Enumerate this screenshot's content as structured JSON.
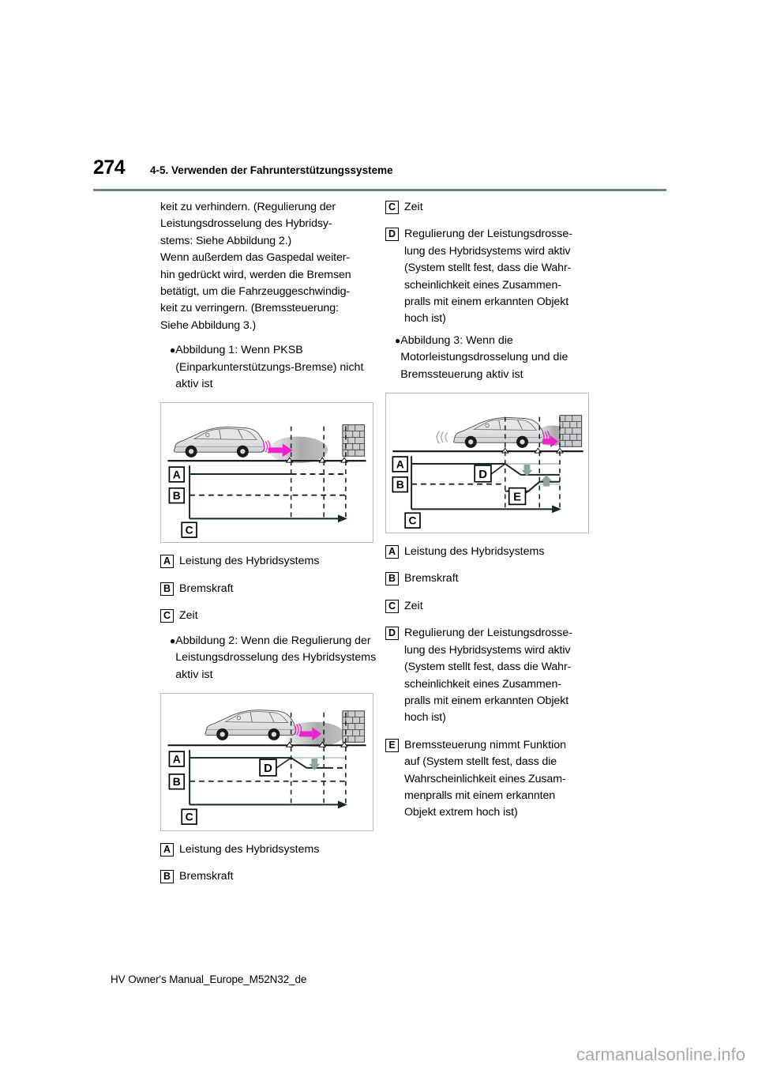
{
  "header": {
    "page_number": "274",
    "section_title": "4-5. Verwenden der Fahrunterstützungssysteme"
  },
  "left_column": {
    "paragraph": "keit zu verhindern. (Regulierung der Leistungsdrosselung des Hybridsystems: Siehe Abbildung 2.)\nWenn außerdem das Gaspedal weiterhin gedrückt wird, werden die Bremsen betätigt, um die Fahrzeuggeschwindigkeit zu verringern. (Bremssteuerung: Siehe Abbildung 3.)",
    "paragraph_lines": [
      "keit zu verhindern. (Regulierung der",
      "Leistungsdrosselung des Hybridsy-",
      "stems: Siehe Abbildung 2.)",
      "Wenn außerdem das Gaspedal weiter-",
      "hin gedrückt wird, werden die Bremsen",
      "betätigt, um die Fahrzeuggeschwindig-",
      "keit zu verringern. (Bremssteuerung:",
      "Siehe Abbildung 3.)"
    ],
    "bullet_1": "Abbildung 1: Wenn PKSB (Einparkunterstützungs-Bremse) nicht aktiv ist",
    "legend_fig1": [
      {
        "letter": "A",
        "text": "Leistung des Hybridsystems"
      },
      {
        "letter": "B",
        "text": "Bremskraft"
      },
      {
        "letter": "C",
        "text": "Zeit"
      }
    ],
    "bullet_2": "Abbildung 2: Wenn die Regulierung der Leistungsdrosselung des Hybridsystems aktiv ist",
    "legend_fig2": [
      {
        "letter": "A",
        "text": "Leistung des Hybridsystems"
      },
      {
        "letter": "B",
        "text": "Bremskraft"
      }
    ]
  },
  "right_column": {
    "legend_top": [
      {
        "letter": "C",
        "text": "Zeit",
        "continuation": []
      },
      {
        "letter": "D",
        "text": "Regulierung der Leistungsdrosse-",
        "continuation": [
          "lung des Hybridsystems wird aktiv",
          "(System stellt fest, dass die Wahr-",
          "scheinlichkeit eines Zusammen-",
          "pralls mit einem erkannten Objekt",
          "hoch ist)"
        ]
      }
    ],
    "bullet_3": "Abbildung 3: Wenn die Motorleistungsdrosselung und die Bremssteuerung aktiv ist",
    "legend_fig3": [
      {
        "letter": "A",
        "text": "Leistung des Hybridsystems",
        "continuation": []
      },
      {
        "letter": "B",
        "text": "Bremskraft",
        "continuation": []
      },
      {
        "letter": "C",
        "text": "Zeit",
        "continuation": []
      },
      {
        "letter": "D",
        "text": "Regulierung der Leistungsdrosse-",
        "continuation": [
          "lung des Hybridsystems wird aktiv",
          "(System stellt fest, dass die Wahr-",
          "scheinlichkeit eines Zusammen-",
          "pralls mit einem erkannten Objekt",
          "hoch ist)"
        ]
      },
      {
        "letter": "E",
        "text": "Bremssteuerung nimmt Funktion",
        "continuation": [
          "auf (System stellt fest, dass die",
          "Wahrscheinlichkeit eines Zusam-",
          "menpralls mit einem erkannten",
          "Objekt extrem hoch ist)"
        ]
      }
    ]
  },
  "figures": {
    "fig1": {
      "caption_letters": [
        "A",
        "B",
        "C"
      ],
      "description": "Fahrzeug naehert sich einer Wand; Leistung konstant, keine Bremskraft"
    },
    "fig2": {
      "caption_letters": [
        "A",
        "B",
        "C",
        "D"
      ],
      "description": "Leistungsdrosselung des Hybridsystems aktiv"
    },
    "fig3": {
      "caption_letters": [
        "A",
        "B",
        "C",
        "D",
        "E"
      ],
      "description": "Leistungsdrosselung und Bremssteuerung aktiv"
    }
  },
  "footer": {
    "left": "HV Owner's Manual_Europe_M52N32_de",
    "watermark": "carmanualsonline.info"
  },
  "colors": {
    "header_rule": "#73848c",
    "figure_border": "#b9b9b9",
    "accent_magenta": "#ee22cc",
    "graph_line": "#2a3b3f",
    "arrow_gray": "#8fa3a3",
    "watermark": "#a8a8a8"
  }
}
